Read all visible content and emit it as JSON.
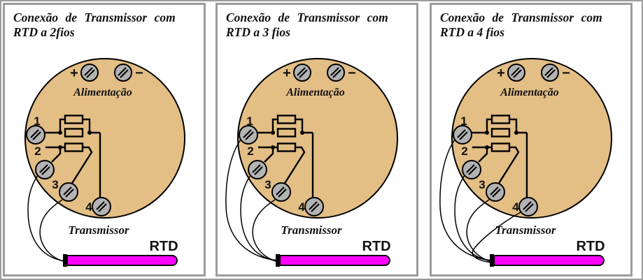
{
  "colors": {
    "transmitter_head_fill": "#E3BE85",
    "rtd_probe_fill": "#FF00FF",
    "screw_fill": "#B3B3B3",
    "panel_border": "#9C9C9C",
    "text": "#111111"
  },
  "panels": [
    {
      "title_line1": "Conexão de Transmissor com",
      "title_line2": "RTD a 2fios",
      "supply_label": "Alimentação",
      "plus_sign": "+",
      "minus_sign": "−",
      "terminals": [
        "1",
        "2",
        "3",
        "4"
      ],
      "transmitter_label": "Transmissor",
      "rtd_label": "RTD",
      "wires_from_terminals": [
        2,
        3
      ]
    },
    {
      "title_line1": "Conexão de Transmissor com",
      "title_line2": "RTD a 3 fios",
      "supply_label": "Alimentação",
      "plus_sign": "+",
      "minus_sign": "−",
      "terminals": [
        "1",
        "2",
        "3",
        "4"
      ],
      "transmitter_label": "Transmissor",
      "rtd_label": "RTD",
      "wires_from_terminals": [
        1,
        2,
        3
      ]
    },
    {
      "title_line1": "Conexão de Transmissor com",
      "title_line2": "RTD a 4 fios",
      "supply_label": "Alimentação",
      "plus_sign": "+",
      "minus_sign": "−",
      "terminals": [
        "1",
        "2",
        "3",
        "4"
      ],
      "transmitter_label": "Transmissor",
      "rtd_label": "RTD",
      "wires_from_terminals": [
        1,
        2,
        3,
        4
      ]
    }
  ]
}
